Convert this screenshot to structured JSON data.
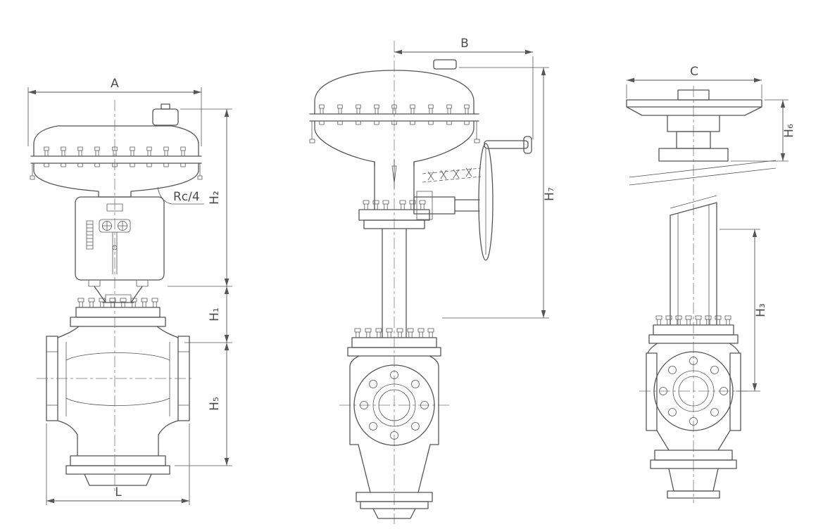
{
  "meta": {
    "drawing_type": "valve three-view dimensional drawing",
    "colors": {
      "background": "#ffffff",
      "line": "#555555",
      "text": "#4d4d4d"
    }
  },
  "views": {
    "front": {
      "labels": {
        "width_top": "A",
        "thread_port": "Rc/4",
        "h2": "H₂",
        "h1": "H₁",
        "h5": "H₅",
        "width_bottom": "L"
      }
    },
    "side": {
      "labels": {
        "width_top": "B",
        "h7": "H₇"
      }
    },
    "rear": {
      "labels": {
        "width_top": "C",
        "h6": "H₆",
        "h3": "H₃"
      }
    }
  }
}
